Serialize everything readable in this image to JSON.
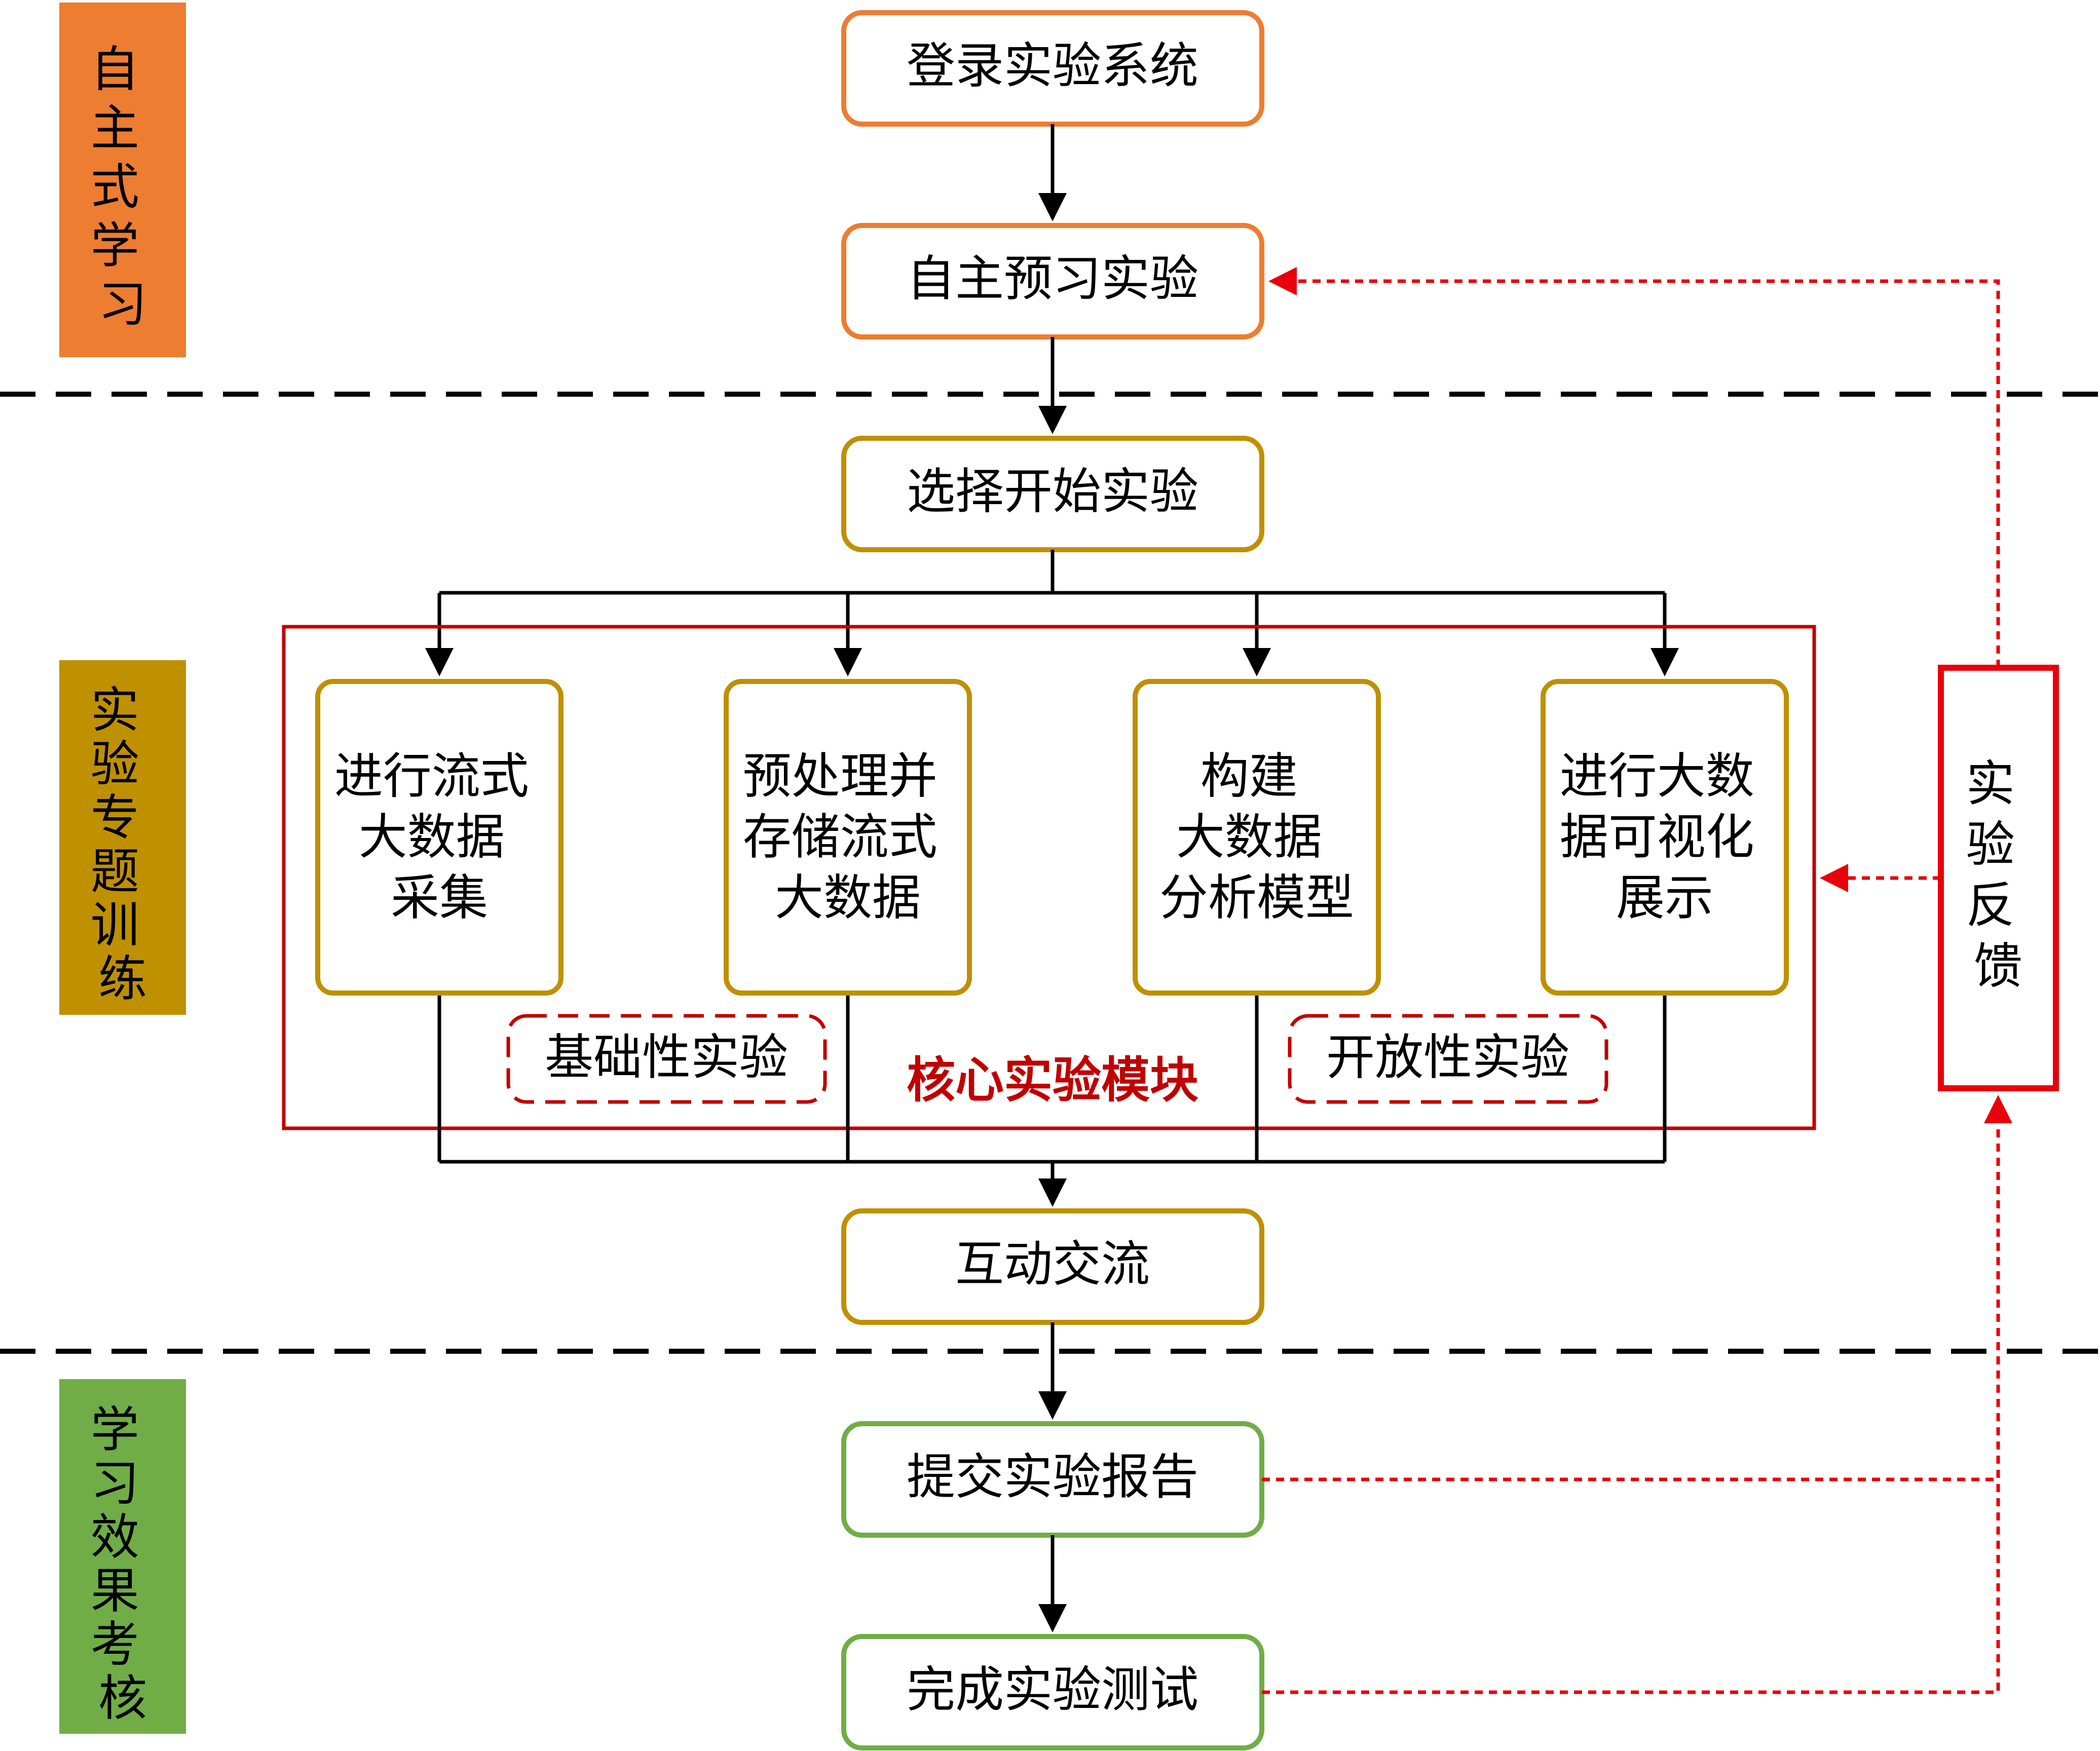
{
  "stages": {
    "self_study": {
      "label": "自主式学习",
      "color": "#ED7D31"
    },
    "topic_training": {
      "label": "实验专题训练",
      "color": "#BF9000"
    },
    "assessment": {
      "label": "学习效果考核",
      "color": "#70AD47"
    }
  },
  "nodes": {
    "login": "登录实验系统",
    "preview": "自主预习实验",
    "select": "选择开始实验",
    "interact": "互动交流",
    "report": "提交实验报告",
    "test": "完成实验测试"
  },
  "modules": {
    "title": "核心实验模块",
    "collect": [
      "进行流式",
      "大数据",
      "采集"
    ],
    "preprocess": [
      "预处理并",
      "存储流式",
      "大数据"
    ],
    "model": [
      "构建",
      "大数据",
      "分析模型"
    ],
    "visualize": [
      "进行大数",
      "据可视化",
      "展示"
    ],
    "basic_tag": "基础性实验",
    "open_tag": "开放性实验"
  },
  "feedback": {
    "label": "实验反馈",
    "color": "#E8000B"
  }
}
